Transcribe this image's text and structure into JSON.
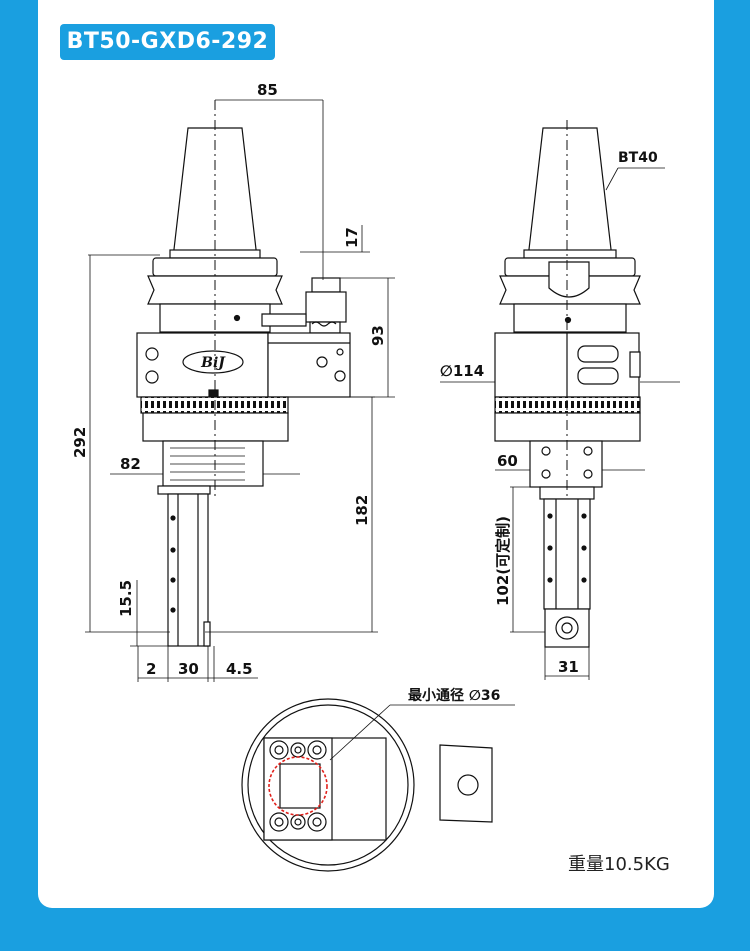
{
  "title": "BT50-GXD6-292",
  "left_view": {
    "dims": {
      "d85": "85",
      "d17": "17",
      "d93": "93",
      "d292": "292",
      "d82": "82",
      "d182": "182",
      "d15_5": "15.5",
      "d2": "2",
      "d30": "30",
      "d4_5": "4.5"
    },
    "logo": "BiJ"
  },
  "right_view": {
    "taper_label": "BT40",
    "dims": {
      "d114": "∅114",
      "d60": "60",
      "d102": "102(可定制)",
      "d31": "31"
    }
  },
  "bottom_view": {
    "label": "最小通径 ∅36"
  },
  "weight": "重量10.5KG",
  "colors": {
    "background": "#1a9fe0",
    "card": "#ffffff",
    "title_tab": "#1a9fe0",
    "red_circle": "#e0201b"
  }
}
